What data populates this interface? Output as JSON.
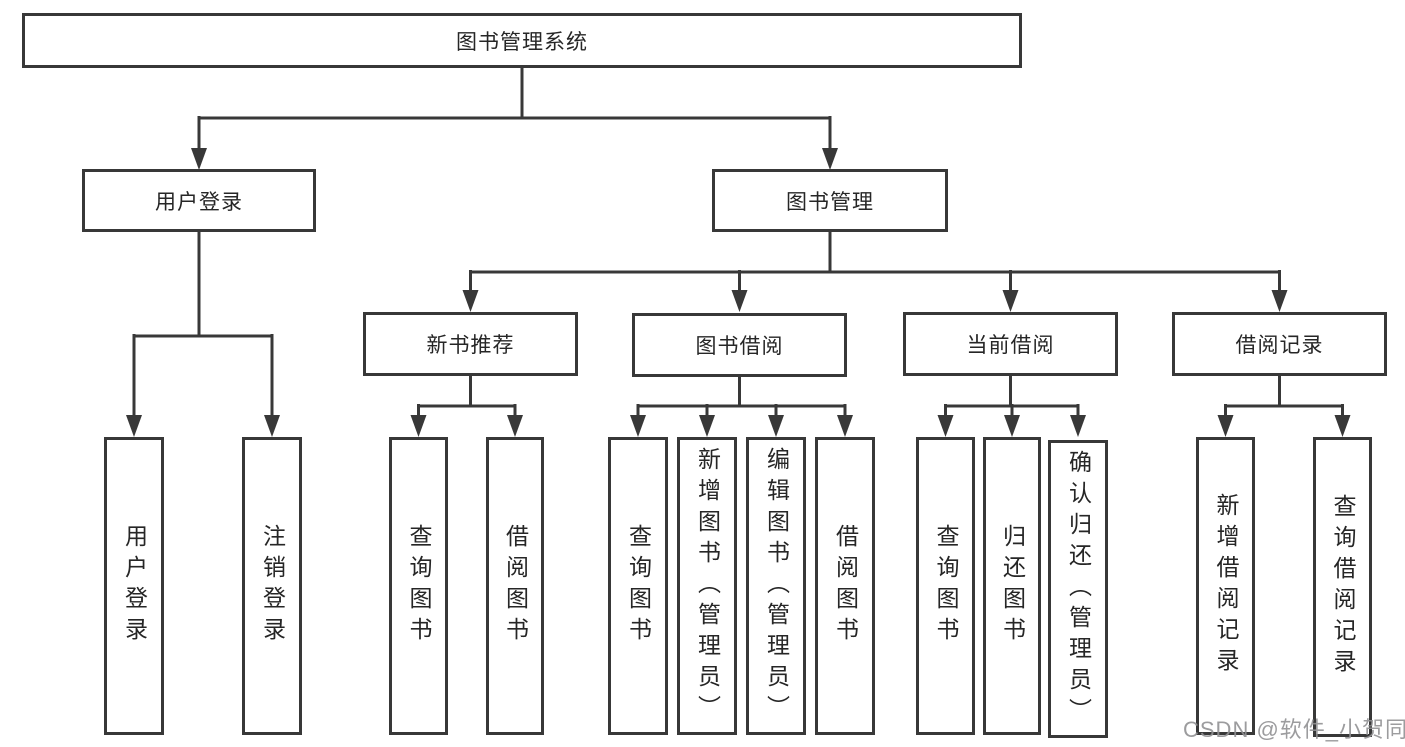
{
  "diagram_title": "图书管理系统",
  "colors": {
    "line": "#383838",
    "box_border": "#383838",
    "box_background": "#ffffff",
    "text": "#262626",
    "watermark": "#919194"
  },
  "tree": {
    "label": "图书管理系统",
    "children": [
      {
        "label": "用户登录",
        "children": [
          {
            "label": "用户登录"
          },
          {
            "label": "注销登录"
          }
        ]
      },
      {
        "label": "图书管理",
        "children": [
          {
            "label": "新书推荐",
            "children": [
              {
                "label": "查询图书"
              },
              {
                "label": "借阅图书"
              }
            ]
          },
          {
            "label": "图书借阅",
            "children": [
              {
                "label": "查询图书"
              },
              {
                "label": "新增图书（管理员）"
              },
              {
                "label": "编辑图书（管理员）"
              },
              {
                "label": "借阅图书"
              }
            ]
          },
          {
            "label": "当前借阅",
            "children": [
              {
                "label": "查询图书"
              },
              {
                "label": "归还图书"
              },
              {
                "label": "确认归还（管理员）"
              }
            ]
          },
          {
            "label": "借阅记录",
            "children": [
              {
                "label": "新增借阅记录"
              },
              {
                "label": "查询借阅记录"
              }
            ]
          }
        ]
      }
    ]
  },
  "watermark": {
    "text": "CSDN @软件_小贺同学"
  }
}
